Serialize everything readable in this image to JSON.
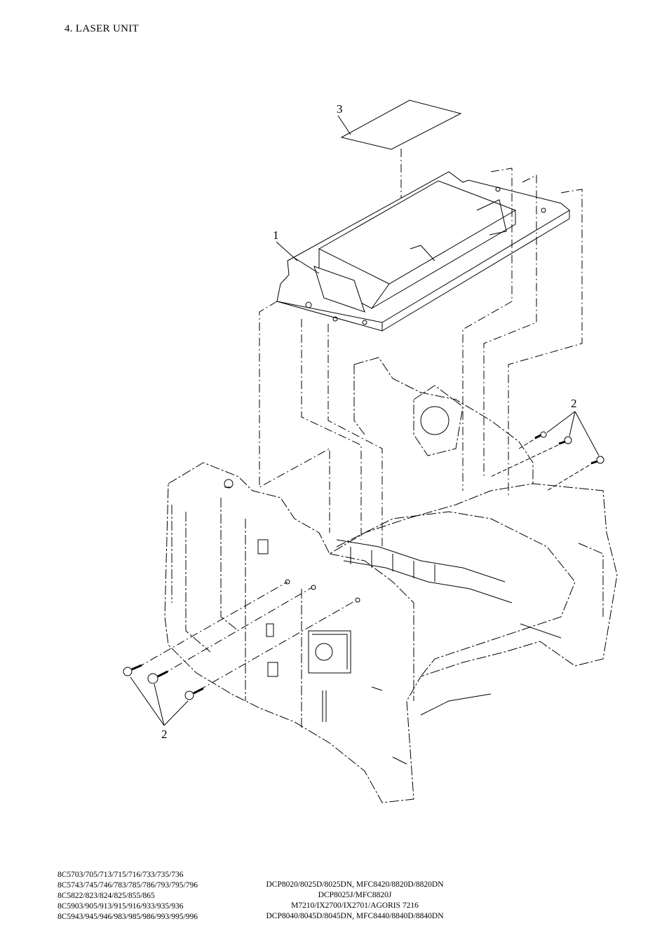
{
  "page": {
    "title": "4. LASER UNIT"
  },
  "callouts": {
    "part_1": "1",
    "part_2_right": "2",
    "part_2_left": "2",
    "part_3": "3"
  },
  "footer": {
    "part_codes": [
      "8C5703/705/713/715/716/733/735/736",
      "8C5743/745/746/783/785/786/793/795/796",
      "8C5822/823/824/825/855/865",
      "8C5903/905/913/915/916/933/935/936",
      "8C5943/945/946/983/985/986/993/995/996"
    ],
    "models": [
      "DCP8020/8025D/8025DN, MFC8420/8820D/8820DN",
      "DCP8025J/MFC8820J",
      "M7210/IX2700/IX2701/AGORIS 7216",
      "DCP8040/8045D/8045DN, MFC8440/8840D/8840DN"
    ]
  }
}
